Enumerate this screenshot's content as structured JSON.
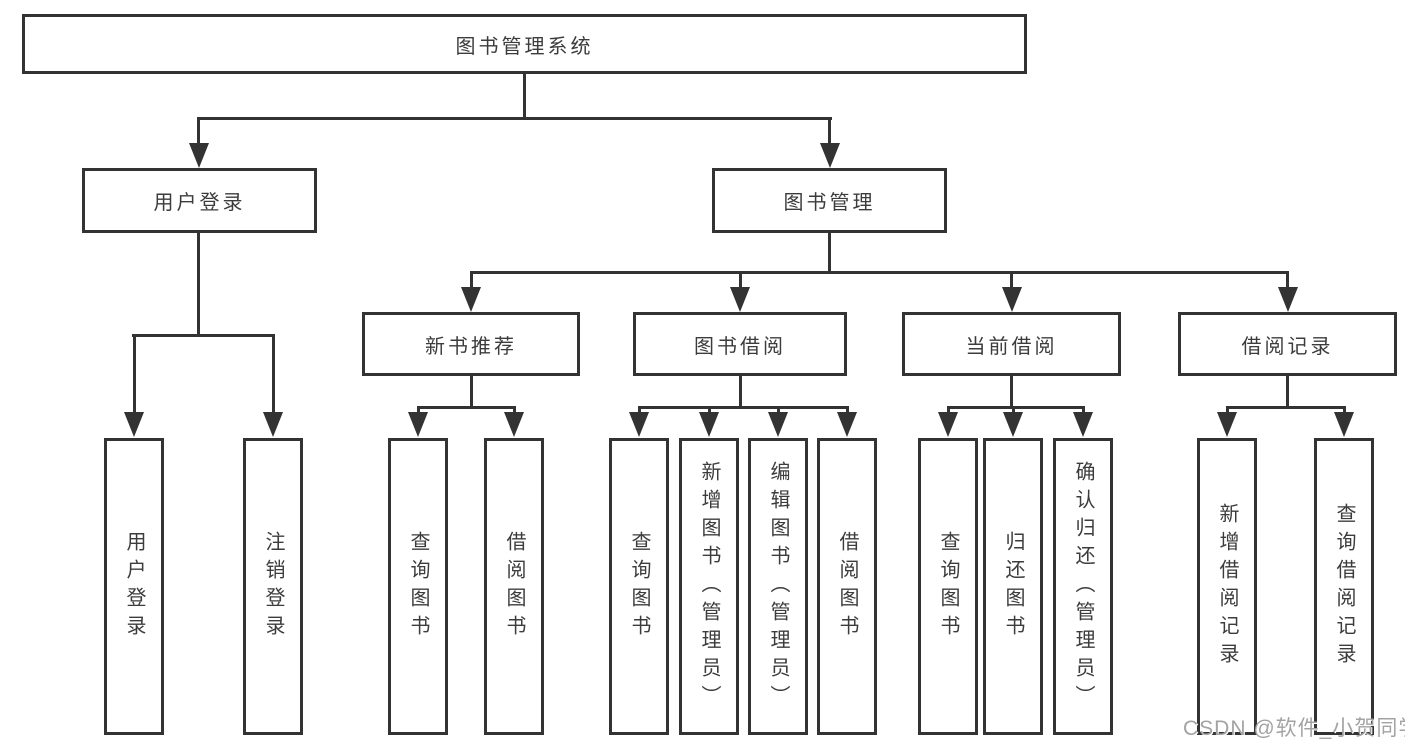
{
  "diagram_type": "functional-structure-tree",
  "nodes": {
    "root": "图书管理系统",
    "user_login": "用户登录",
    "book_mgmt": "图书管理",
    "new_book_rec": "新书推荐",
    "book_borrow": "图书借阅",
    "current_borrow": "当前借阅",
    "borrow_records": "借阅记录",
    "ul_user_login": "用户登录",
    "ul_logout": "注销登录",
    "nb_query": "查询图书",
    "nb_borrow": "借阅图书",
    "bb_query": "查询图书",
    "bb_add": "新增图书（管理员）",
    "bb_edit": "编辑图书（管理员）",
    "bb_borrow": "借阅图书",
    "cb_query": "查询图书",
    "cb_return": "归还图书",
    "cb_confirm": "确认归还（管理员）",
    "br_add": "新增借阅记录",
    "br_query": "查询借阅记录"
  },
  "hierarchy": {
    "图书管理系统": {
      "用户登录": [
        "用户登录",
        "注销登录"
      ],
      "图书管理": {
        "新书推荐": [
          "查询图书",
          "借阅图书"
        ],
        "图书借阅": [
          "查询图书",
          "新增图书（管理员）",
          "编辑图书（管理员）",
          "借阅图书"
        ],
        "当前借阅": [
          "查询图书",
          "归还图书",
          "确认归还（管理员）"
        ],
        "借阅记录": [
          "新增借阅记录",
          "查询借阅记录"
        ]
      }
    }
  },
  "watermark": {
    "text": "CSDN @软件_小贺同学"
  },
  "colors": {
    "line": "#333333",
    "node_background": "#ffffff",
    "node_text": "#3c3c3c",
    "canvas_background": "#ffffff",
    "watermark_text": "#a3a3a3"
  }
}
